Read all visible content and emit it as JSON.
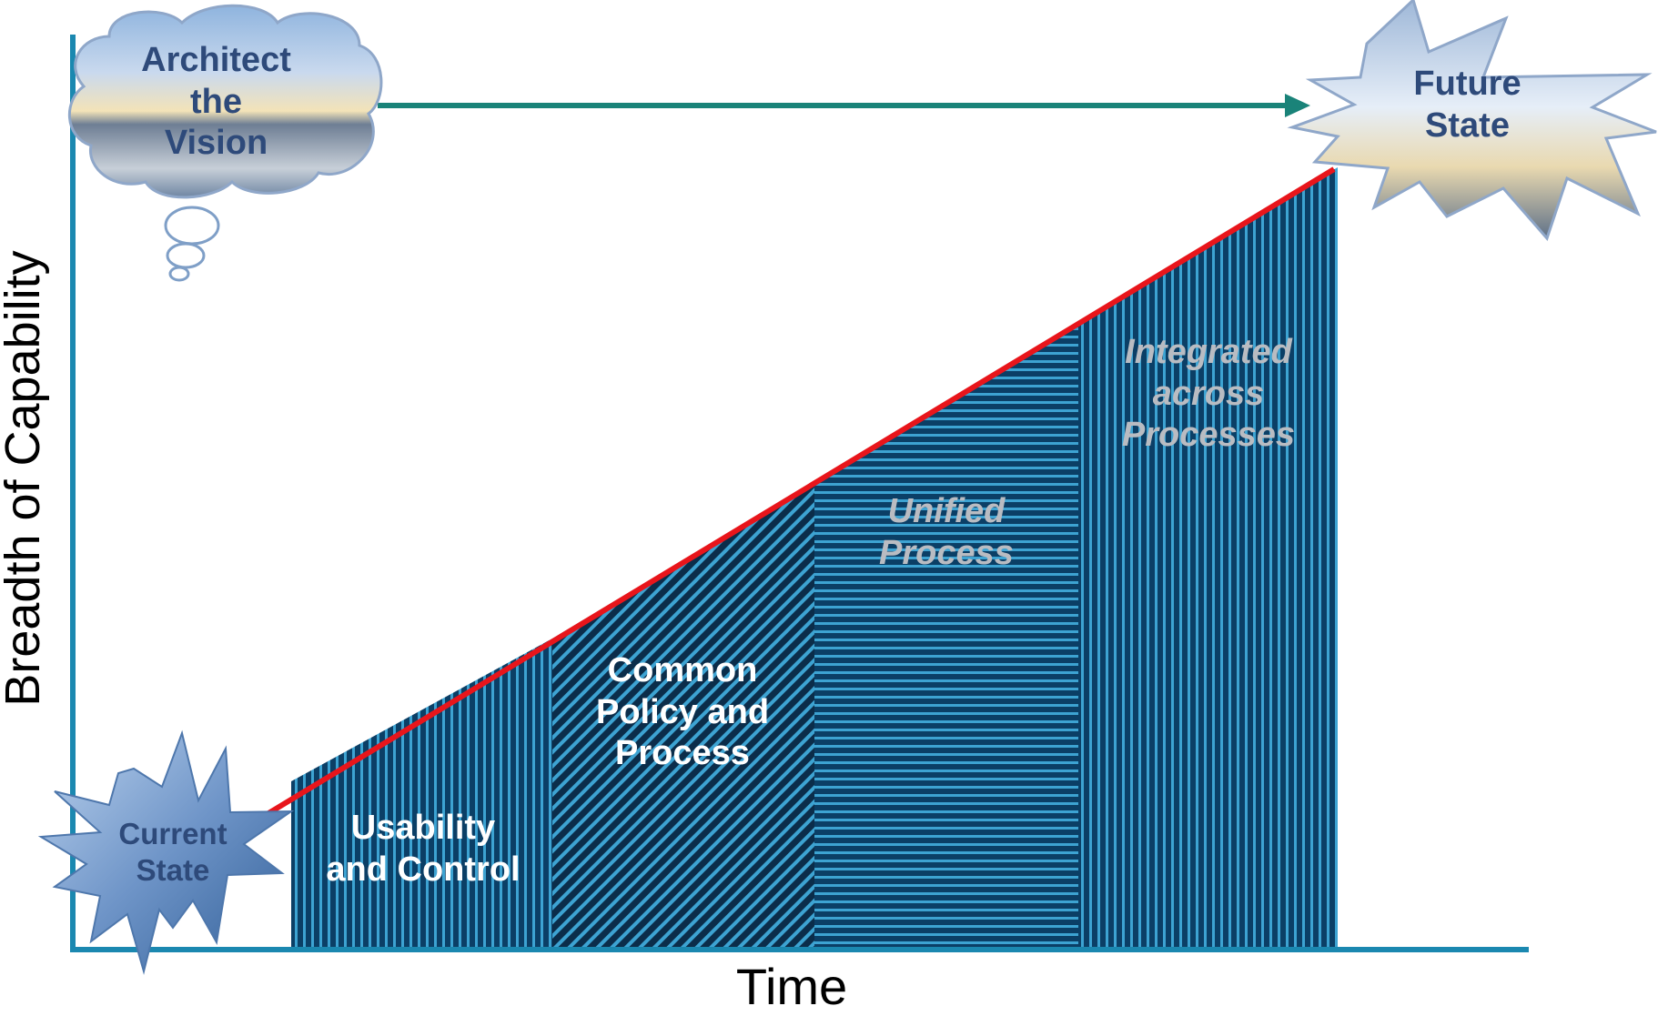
{
  "axes": {
    "y_label": "Breadth of Capability",
    "x_label": "Time"
  },
  "vision": {
    "lines": [
      "Architect",
      "the",
      "Vision"
    ]
  },
  "future_state": {
    "lines": [
      "Future",
      "State"
    ]
  },
  "current_state": {
    "lines": [
      "Current",
      "State"
    ]
  },
  "phases": [
    {
      "lines": [
        "Usability",
        "and Control"
      ],
      "style": "white",
      "pattern": "vertical"
    },
    {
      "lines": [
        "Common",
        "Policy and",
        "Process"
      ],
      "style": "white",
      "pattern": "diagonal"
    },
    {
      "lines": [
        "Unified",
        "Process"
      ],
      "style": "grey-italic",
      "pattern": "horizontal"
    },
    {
      "lines": [
        "Integrated",
        "across",
        "Processes"
      ],
      "style": "grey-italic",
      "pattern": "vertical"
    }
  ],
  "colors": {
    "axis": "#1b88b0",
    "phase_fill": "#0b3f66",
    "phase_stripe": "#3da3d2",
    "trend_line": "#e8151b",
    "vision_arrow": "#1a8379",
    "label_blue": "#2e4a7a",
    "label_grey": "#b9bcc2"
  }
}
